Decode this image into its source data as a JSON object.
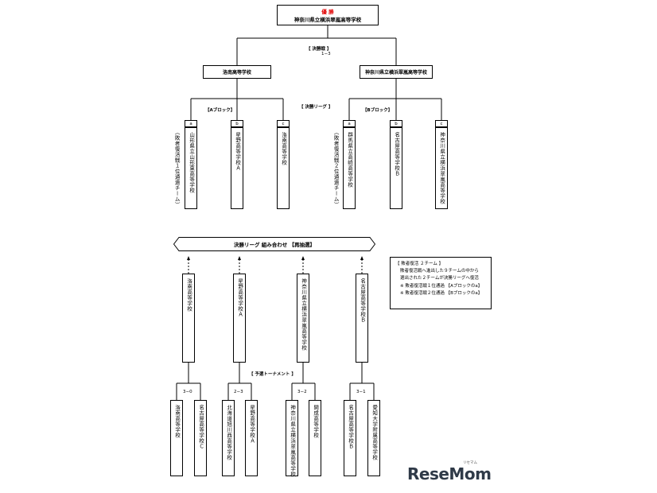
{
  "champion": {
    "title": "優 勝",
    "name": "神奈川県立横浜翠嵐高等学校"
  },
  "final": {
    "label": "【 決勝戦 】",
    "score": "1−3",
    "left_team": "洛南高等学校",
    "right_team": "神奈川県立横浜翠嵐高等学校"
  },
  "league_label": "【 決勝リーグ 】",
  "block_a": {
    "label": "【Aブロック】",
    "teams": [
      {
        "slot": "a",
        "name": "（敗者復活戦１位通過チーム）",
        "sub": "山形県立山形東高等学校"
      },
      {
        "slot": "b",
        "name": "星野高等学校Ａ",
        "sub": ""
      },
      {
        "slot": "c",
        "name": "洛南高等学校",
        "sub": ""
      }
    ]
  },
  "block_b": {
    "label": "【Bブロック】",
    "teams": [
      {
        "slot": "a",
        "name": "（敗者復活戦２位通過チーム）",
        "sub": "群馬県立高崎高等学校"
      },
      {
        "slot": "b",
        "name": "名古屋高等学校Ｂ",
        "sub": ""
      },
      {
        "slot": "c",
        "name": "神奈川県立横浜翠嵐高等学校",
        "sub": ""
      }
    ]
  },
  "draw_banner": "決勝リーグ 組み合わせ 【再抽選】",
  "prelim_label": "【 予選トーナメント 】",
  "winners": [
    "洛南高等学校",
    "星野高等学校Ａ",
    "神奈川県立横浜翠嵐高等学校",
    "名古屋高等学校Ｂ"
  ],
  "matches": [
    {
      "score": "3−0",
      "teams": [
        "洛南高等学校",
        "名古屋高等学校Ｃ"
      ]
    },
    {
      "score": "2−3",
      "teams": [
        "北海道旭川西高等学校",
        "星野高等学校Ａ"
      ]
    },
    {
      "score": "3−2",
      "teams": [
        "神奈川県立横浜翠嵐高等学校",
        "開成高等学校"
      ]
    },
    {
      "score": "3−1",
      "teams": [
        "名古屋高等学校Ｂ",
        "愛知大学附属高等学校"
      ]
    }
  ],
  "notes": {
    "title": "【 敗者復活 ２チーム 】",
    "lines": [
      "敗者復活戦へ進出した９チームの中から",
      "選出された２チームが決勝リーグへ復活"
    ],
    "items": [
      "※ 敗者復活戦１位通過 【Aブロックのa】",
      "※ 敗者復活戦２位通過 【Bブロックのa】"
    ]
  },
  "logo": {
    "text": "ReseMom",
    "sub": "リセマム"
  }
}
